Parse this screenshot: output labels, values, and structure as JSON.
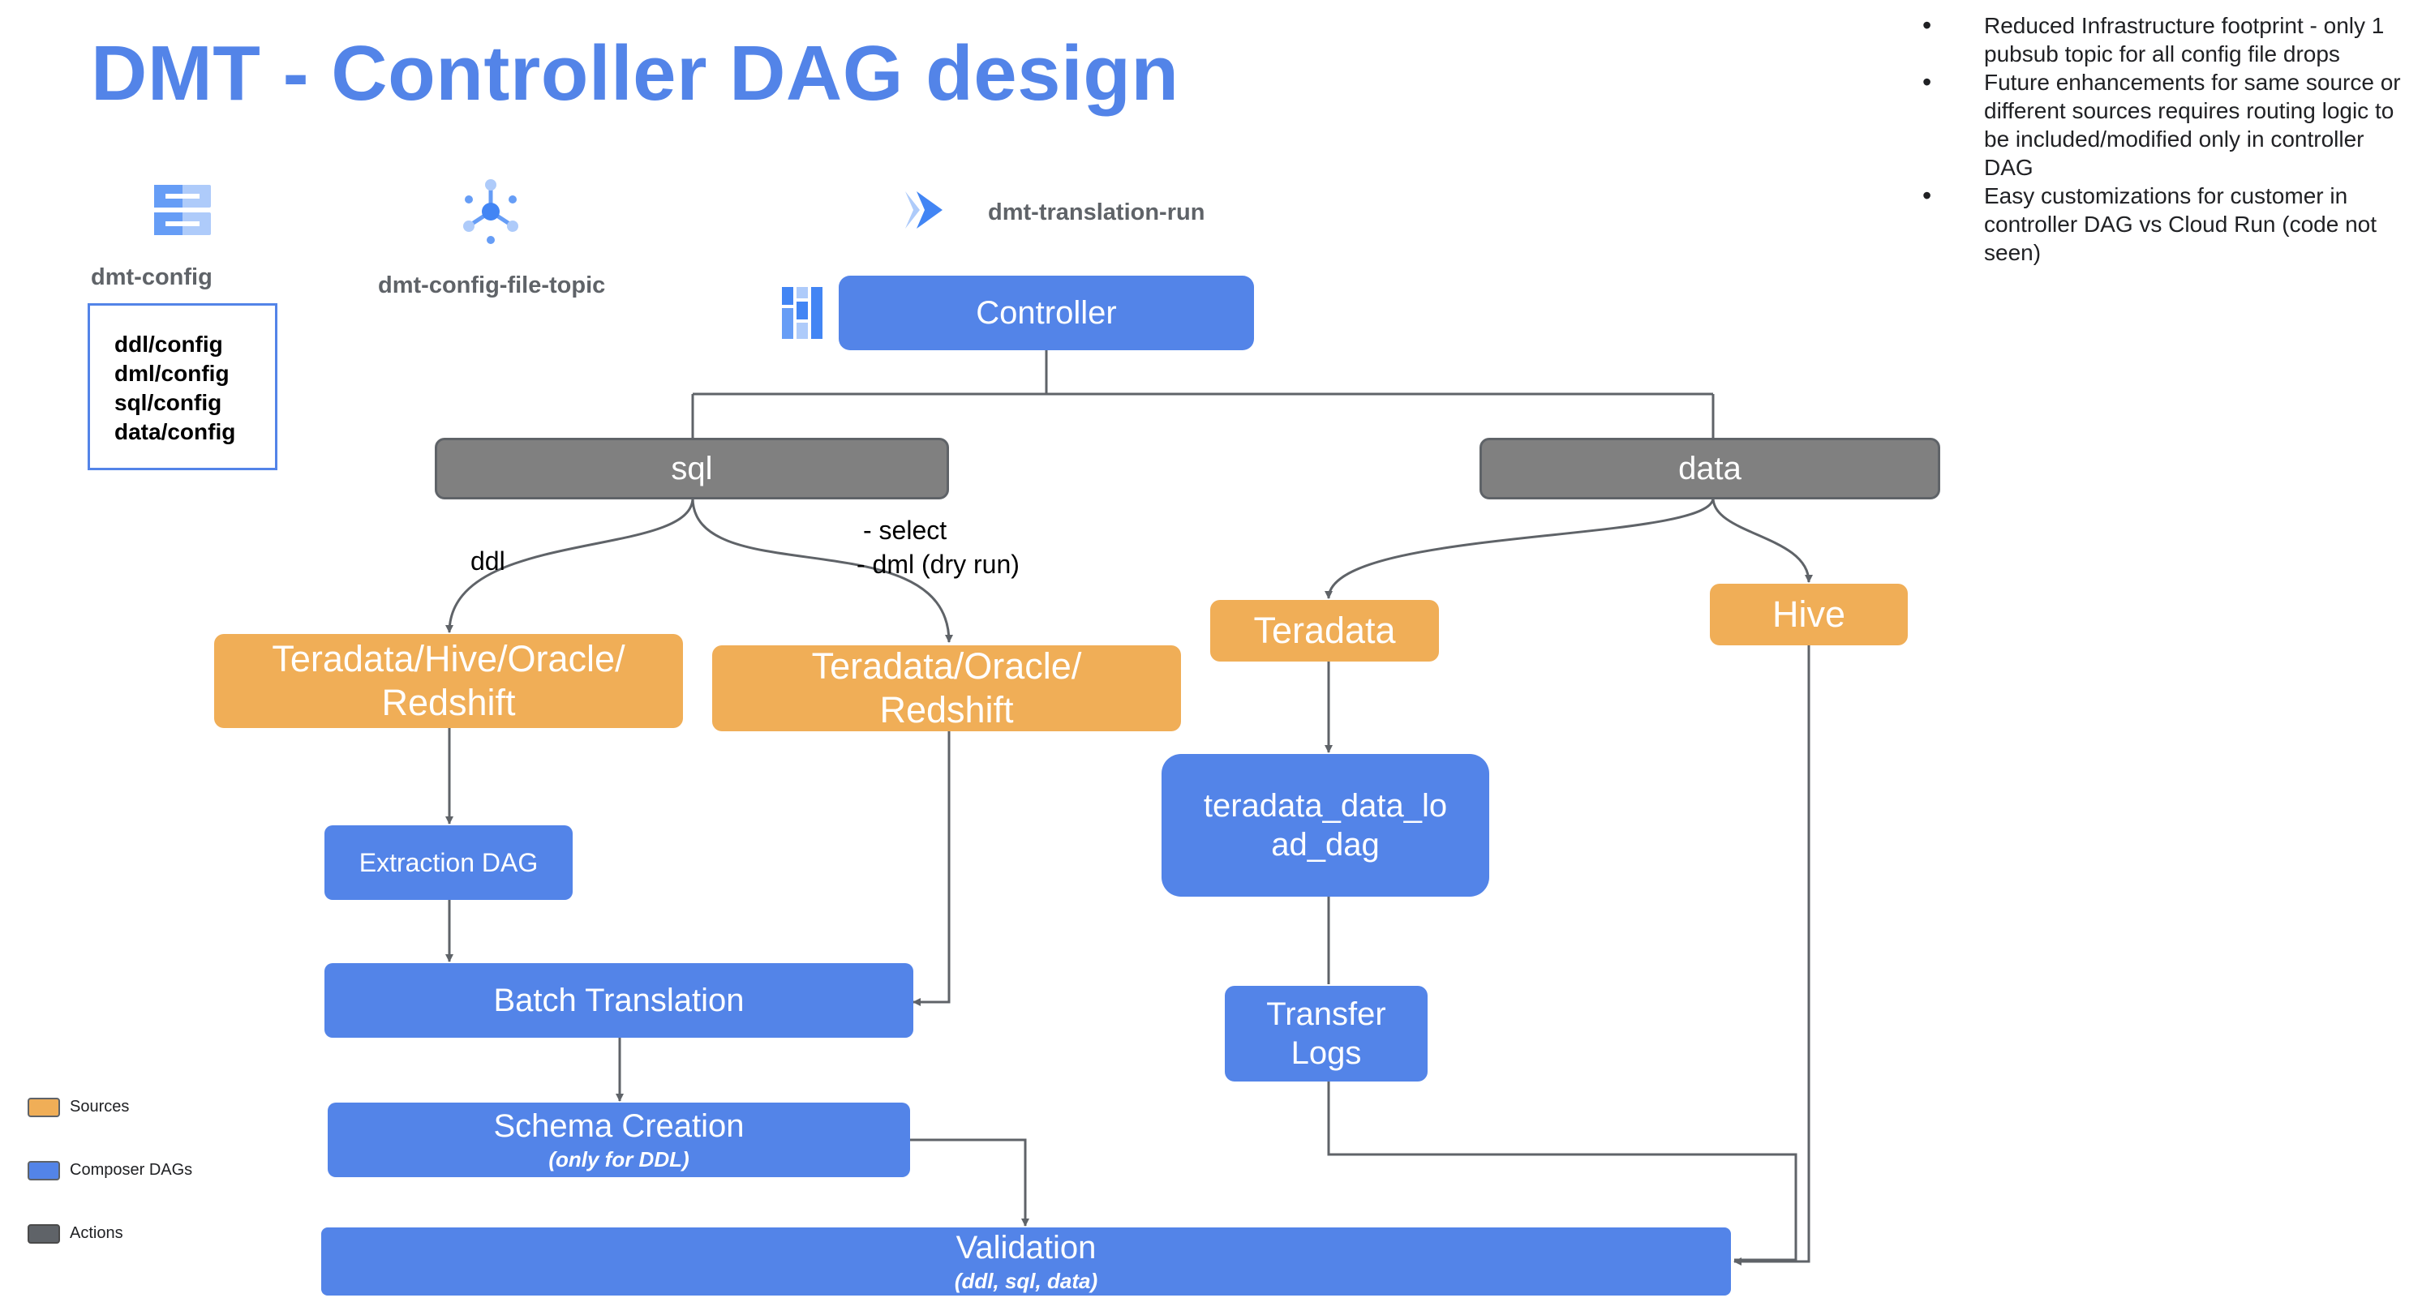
{
  "title": "DMT - Controller DAG design",
  "bullets": [
    "Reduced Infrastructure footprint - only 1 pubsub topic for all config file drops",
    "Future enhancements for same source or different sources requires routing logic to be included/modified only in controller DAG",
    "Easy customizations for customer in controller DAG vs Cloud Run (code not seen)"
  ],
  "resources": {
    "config_bucket": "dmt-config",
    "config_topic": "dmt-config-file-topic",
    "cloud_run": "dmt-translation-run"
  },
  "config_paths": [
    "ddl/config",
    "dml/config",
    "sql/config",
    "data/config"
  ],
  "nodes": {
    "controller": "Controller",
    "sql": "sql",
    "data": "data",
    "sql_ddl_sources": "Teradata/Hive/Oracle/ Redshift",
    "sql_dml_sources": "Teradata/Oracle/ Redshift",
    "teradata": "Teradata",
    "hive": "Hive",
    "extraction_dag": "Extraction DAG",
    "batch_translation": "Batch Translation",
    "schema_creation": "Schema Creation",
    "schema_creation_note": "(only for DDL)",
    "teradata_load_dag": "teradata_data_lo ad_dag",
    "transfer_logs": "Transfer Logs",
    "validation": "Validation",
    "validation_note": "(ddl, sql, data)"
  },
  "edge_labels": {
    "ddl": "ddl",
    "select": "- select",
    "dml": "-  dml (dry run)"
  },
  "legend": [
    {
      "label": "Sources",
      "color": "#f0ae57"
    },
    {
      "label": "Composer DAGs",
      "color": "#5384e8"
    },
    {
      "label": "Actions",
      "color": "#5f6368"
    }
  ],
  "colors": {
    "accent_blue": "#5384e8",
    "source_orange": "#f0ae57",
    "action_gray": "#808080",
    "edge": "#5f6368"
  },
  "icons": {
    "config_bucket": "cloud-storage-icon",
    "config_topic": "pubsub-icon",
    "cloud_run": "cloud-run-icon",
    "controller": "composer-icon"
  }
}
